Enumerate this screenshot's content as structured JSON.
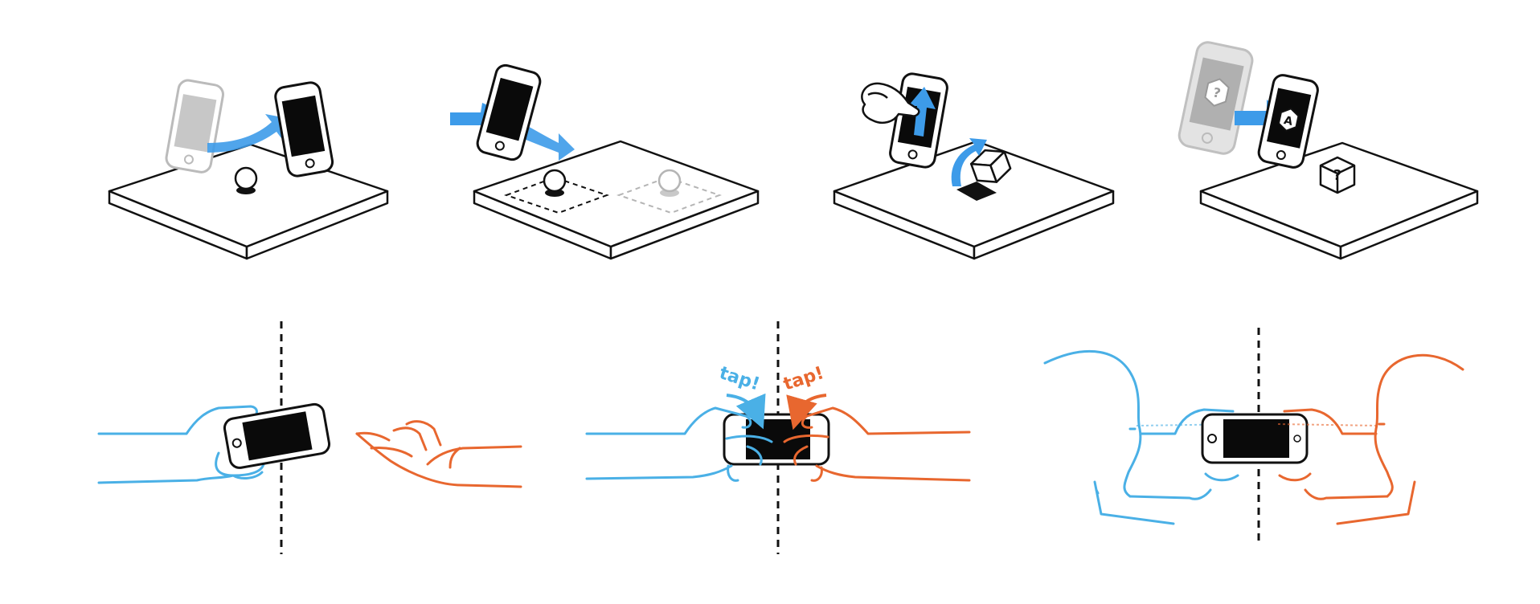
{
  "colors": {
    "ink": "#111111",
    "accent_blue": "#3d9be9",
    "person_blue": "#4ab0e6",
    "person_orange": "#e8672f",
    "ghost_gray": "#b5b5b5",
    "screen": "#0a0a0a",
    "paper": "#ffffff"
  },
  "icons": {
    "top_row": [
      "phone-move-arrow-icon",
      "phone-swap-arrows-icon",
      "finger-swipe-up-icon",
      "phone-transfer-arrow-icon"
    ],
    "bottom_row": [
      "hand-offer-phone-icon",
      "double-tap-phone-icon",
      "face-to-face-phone-icon"
    ]
  },
  "annotations": {
    "tap_left": "tap!",
    "tap_right": "tap!",
    "unknown_mark": "?",
    "result_mark": "A"
  }
}
